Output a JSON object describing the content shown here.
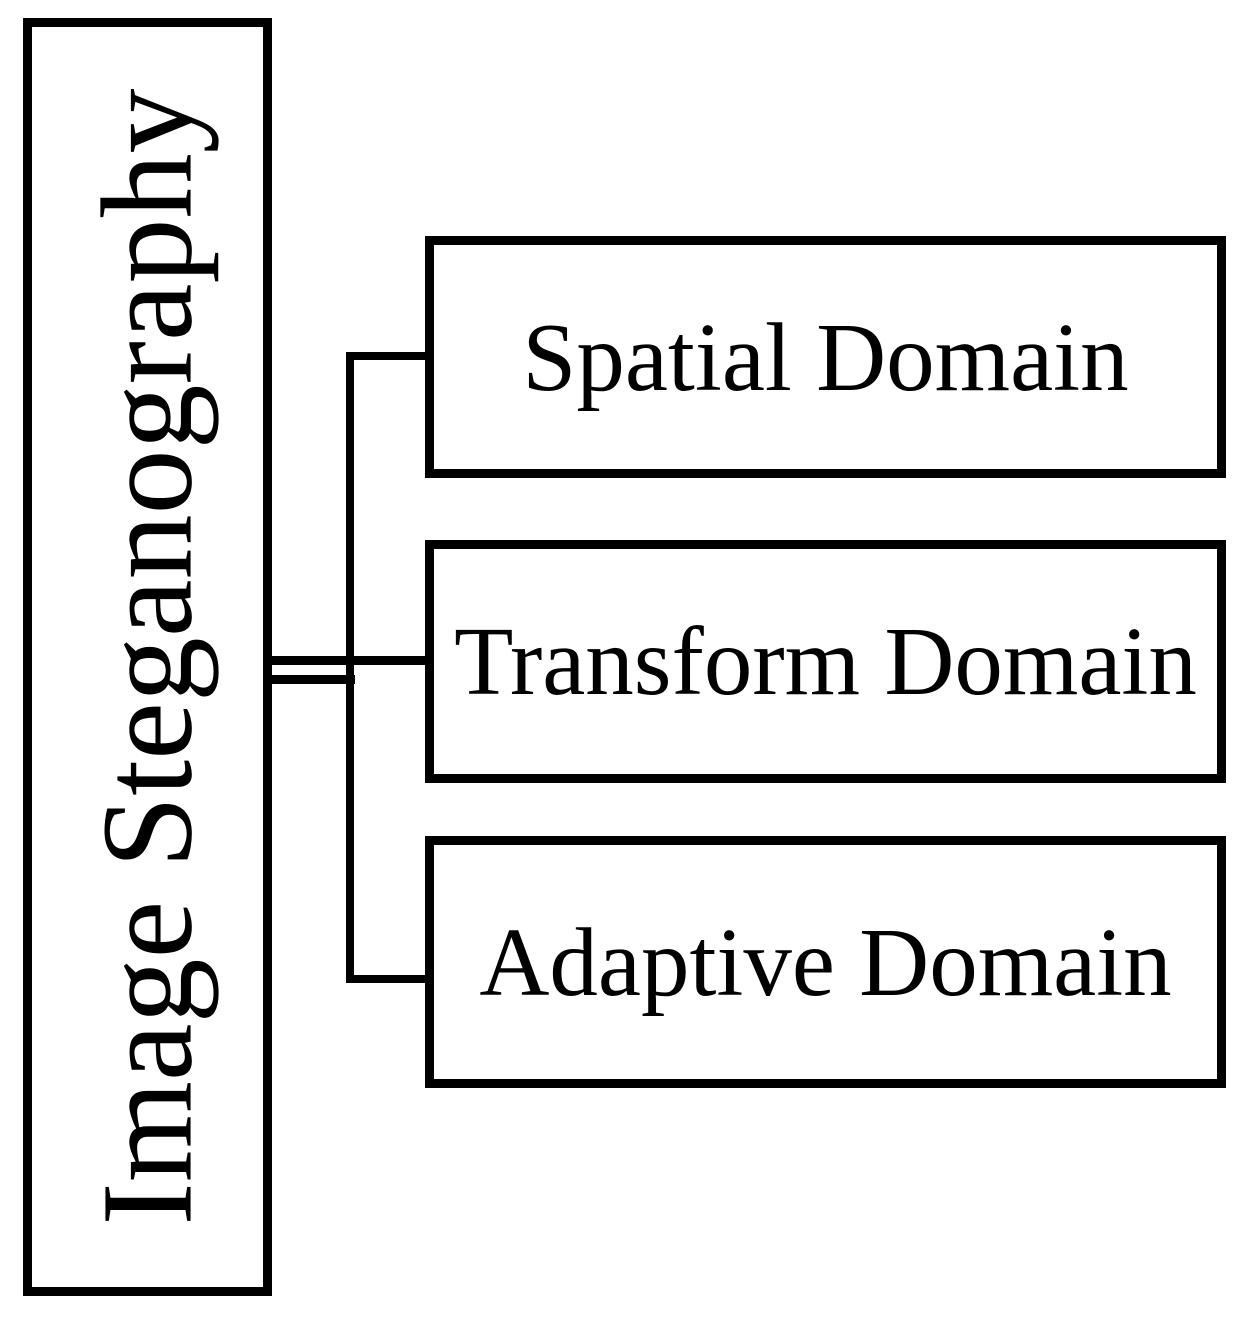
{
  "figure": {
    "background_color": "#ffffff",
    "border_color": "#000000",
    "text_color": "#000000"
  },
  "diagram": {
    "type": "hierarchy",
    "root": {
      "label": "Image Steganography",
      "text_orientation": "rotated-90-bottom-to-top"
    },
    "children": [
      {
        "label": "Spatial Domain"
      },
      {
        "label": "Transform Domain"
      },
      {
        "label": "Adaptive Domain"
      }
    ],
    "connectors": [
      "double-line-from-root-to-trunk",
      "trunk-vertical",
      "branch-to-spatial",
      "branch-to-transform",
      "branch-to-adaptive"
    ]
  }
}
